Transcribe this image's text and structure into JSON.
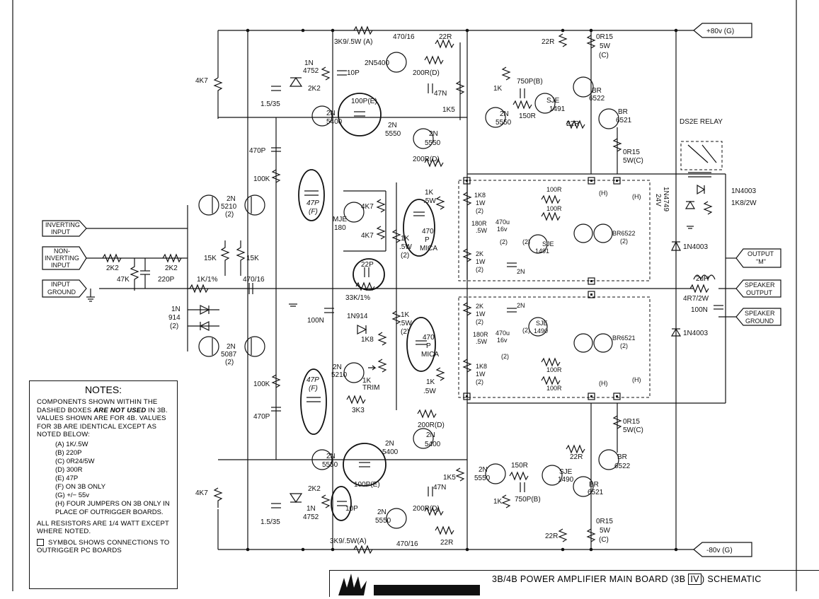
{
  "title": {
    "prefix": "3B/4B POWER AMPLIFIER MAIN BOARD (3B ",
    "roman": "IV",
    "suffix": ") SCHEMATIC"
  },
  "notes": {
    "heading": "NOTES:",
    "intro_1": "COMPONENTS SHOWN WITHIN THE DASHED BOXES ",
    "intro_emph": "ARE NOT USED",
    "intro_2": " IN 3B. VALUES SHOWN ARE FOR 4B. VALUES FOR 3B ARE IDENTICAL EXCEPT AS NOTED BELOW:",
    "items": [
      "(A) 1K/.5W",
      "(B) 220P",
      "(C) 0R24/5W",
      "(D) 300R",
      "(E) 47P",
      "(F) ON 3B ONLY",
      "(G) +/− 55v",
      "(H) FOUR JUMPERS ON 3B ONLY IN PLACE OF OUTRIGGER BOARDS."
    ],
    "resistors": "ALL RESISTORS ARE 1/4 WATT EXCEPT WHERE NOTED.",
    "symbol": "SYMBOL SHOWS CONNECTIONS TO OUTRIGGER PC BOARDS"
  },
  "connectors": {
    "pos_supply": "+80v (G)",
    "neg_supply": "-80v (G)",
    "inverting": [
      "INVERTING",
      "INPUT"
    ],
    "non_inverting": [
      "NON-",
      "INVERTING",
      "INPUT"
    ],
    "input_ground": [
      "INPUT",
      "GROUND"
    ],
    "output_m": [
      "OUTPUT",
      "\"M\""
    ],
    "speaker_output": [
      "SPEAKER",
      "OUTPUT"
    ],
    "speaker_ground": [
      "SPEAKER",
      "GROUND"
    ]
  },
  "relay": {
    "name": "DS2E RELAY",
    "diode": "1N4003",
    "resistor": "1K8/2W",
    "zener": [
      "1N4749",
      "24V"
    ]
  },
  "labels": {
    "r_4k7_top": "4K7",
    "r_4k7_bot": "4K7",
    "c_15_35_top": "1.5/35",
    "c_15_35_bot": "1.5/35",
    "z_top": [
      "1N",
      "4752"
    ],
    "z_bot": [
      "1N",
      "4752"
    ],
    "r_2k2_top": "2K2",
    "r_2k2_bot": "2K2",
    "c_10p_top": "10P",
    "c_10p_bot": "10P",
    "r_3k9_top": "3K9/.5W (A)",
    "r_3k9_bot": "3K9/.5W(A)",
    "c_470_16_top": "470/16",
    "c_470_16_bot": "470/16",
    "r_22r_top": "22R",
    "r_22r_bot": "22R",
    "q_2n5400_top": "2N5400",
    "r_200r_d_1": "200R(D)",
    "r_200r_d_2": "200R(D)",
    "r_200r_d_3": "200R(D)",
    "r_200r_d_4": "200R(D)",
    "c_47n_top": "47N",
    "c_47n_bot": "47N",
    "r_1k5_top": "1K5",
    "r_1k5_bot": "1K5",
    "q_2n5400_a": [
      "2N",
      "5400"
    ],
    "q_2n5550_a": [
      "2N",
      "5550"
    ],
    "q_2n5550_b": [
      "2N",
      "5550"
    ],
    "c_100p_e_top": "100P(E)",
    "c_100p_e_bot": "100P(E)",
    "q_2n5400_b": [
      "2N",
      "5400"
    ],
    "q_2n5400_c": [
      "2N",
      "5400"
    ],
    "q_2n5550_c": [
      "2N",
      "5550"
    ],
    "q_2n5550_d": [
      "2N",
      "5550"
    ],
    "q_2n5550_e": [
      "2N",
      "5550"
    ],
    "r_1k_top": "1K",
    "c_750p_top": "750P(B)",
    "r_150r_top": "150R",
    "q_sje1491_top": [
      "SJE",
      "1491"
    ],
    "q_br6522_top": [
      "BR",
      "6522"
    ],
    "q_br6521_top": [
      "BR",
      "6521"
    ],
    "r_22r_top2": "22R",
    "r_22r_top3": "22R",
    "r_0r15_top": [
      "0R15",
      "5W",
      "(C)"
    ],
    "r_0r15_mid_top": [
      "0R15",
      "5W(C)"
    ],
    "r_0r15_mid_bot": [
      "0R15",
      "5W(C)"
    ],
    "r_0r15_bot": [
      "0R15",
      "5W",
      "(C)"
    ],
    "r_1k_bot": "1K",
    "c_750p_bot": "750P(B)",
    "r_150r_bot": "150R",
    "q_sje1490_bot": [
      "SJE",
      "1490"
    ],
    "q_br6522_bot": [
      "BR",
      "6522"
    ],
    "q_br6521_bot": [
      "BR",
      "6521"
    ],
    "r_22r_bot2": "22R",
    "r_22r_bot3": "22R",
    "c_470p_top": "470P",
    "c_470p_bot": "470P",
    "r_100k_top": "100K",
    "r_100k_bot": "100K",
    "q_2n5210_pair": [
      "2N",
      "5210",
      "(2)"
    ],
    "q_2n5087_pair": [
      "2N",
      "5087",
      "(2)"
    ],
    "r_2k2_in1": "2K2",
    "r_2k2_in2": "2K2",
    "r_47k": "47K",
    "c_220p": "220P",
    "r_1k_1": "1K/1%",
    "r_15k_1": "15K",
    "r_15k_2": "15K",
    "c_470_16_in": "470/16",
    "d_1n914_pair": [
      "1N",
      "914",
      "(2)"
    ],
    "c_100n_mid": "100N",
    "c_47p_f_top": [
      "47P",
      "(F)"
    ],
    "c_47p_f_bot": [
      "47P",
      "(F)"
    ],
    "q_mje180": [
      "MJE",
      "180"
    ],
    "r_4k7_mje1": "4K7",
    "r_4k7_mje2": "4K7",
    "c_22p": "22P",
    "r_33k": "33K/1%",
    "d_1n914": "1N914",
    "r_1k8": "1K8",
    "q_2n5210_bias": [
      "2N",
      "5210"
    ],
    "r_1k_trim": [
      "1K",
      "TRIM"
    ],
    "r_3k3": "3K3",
    "r_1k_5w_1": [
      "1K",
      ".5W",
      "(2)"
    ],
    "r_1k_5w_2": [
      "1K",
      ".5W",
      "(2)"
    ],
    "r_1k_5w_3": [
      "1K",
      ".5W"
    ],
    "r_1k_5w_4": [
      "1K",
      ".5W"
    ],
    "c_470p_mica_1": [
      "470",
      "P",
      "MICA"
    ],
    "c_470p_mica_2": [
      "470",
      "P",
      "MICA"
    ],
    "ob_top": {
      "r_1k8": [
        "1K8",
        "1W",
        "(2)"
      ],
      "r_180r": [
        "180R",
        ".5W"
      ],
      "c_470u": [
        "470u",
        "16v"
      ],
      "r_2k": [
        "2K",
        "1W",
        "(2)"
      ],
      "c_2n": "2N",
      "q_sje": [
        "SJE",
        "1491"
      ],
      "q_br": [
        "BR6522",
        "(2)"
      ],
      "r_100r_1": "100R",
      "r_100r_2": "100R",
      "note2a": "(2)",
      "note2b": "(2)"
    },
    "ob_bot": {
      "r_2k": [
        "2K",
        "1W",
        "(2)"
      ],
      "c_2n": "2N",
      "r_180r": [
        "180R",
        ".5W"
      ],
      "c_470u": [
        "470u",
        "16v"
      ],
      "r_1k8": [
        "1K8",
        "1W",
        "(2)"
      ],
      "q_sje": [
        "SJE",
        "1490"
      ],
      "q_br": [
        "BR6521",
        "(2)"
      ],
      "r_100r_1": "100R",
      "r_100r_2": "100R",
      "note2a": "(2)",
      "note2b": "(2)"
    },
    "h_tags": [
      "(H)",
      "(H)",
      "(H)",
      "(H)"
    ],
    "l_2uh": "2uH",
    "r_4r7": "4R7/2W",
    "c_100n_out": "100N",
    "d_1n4003_a": "1N4003",
    "d_1n4003_b": "1N4003"
  }
}
